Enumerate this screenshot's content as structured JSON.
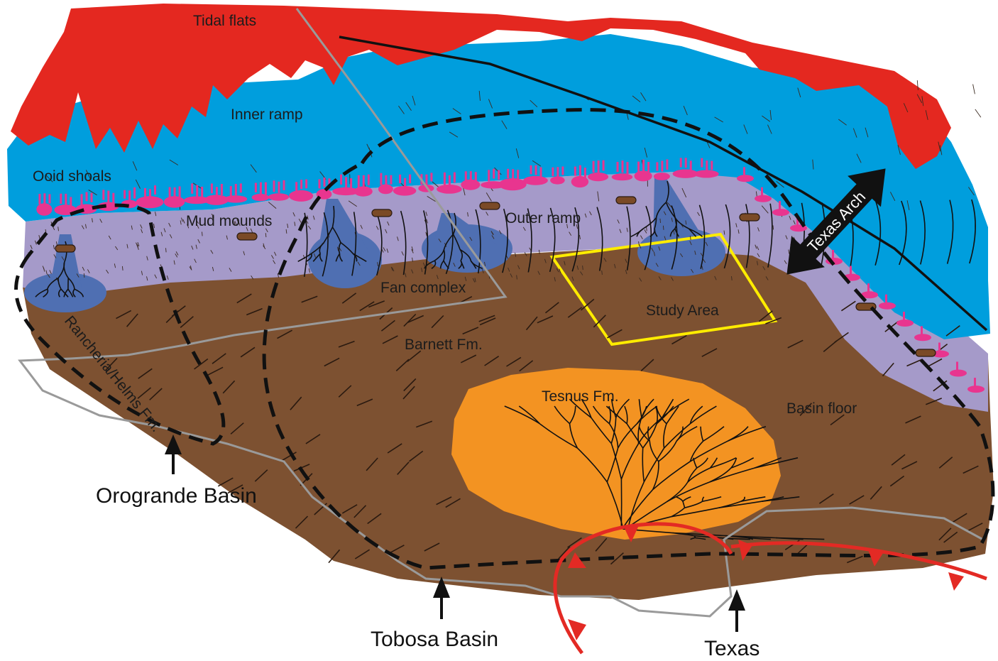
{
  "labels": {
    "tidal_flats": "Tidal flats",
    "inner_ramp": "Inner ramp",
    "ooid_shoals": "Ooid shoals",
    "mud_mounds": "Mud mounds",
    "outer_ramp": "Outer ramp",
    "fan_complex": "Fan complex",
    "study_area": "Study Area",
    "barnett": "Barnett Fm.",
    "tesnus": "Tesnus Fm.",
    "basin_floor": "Basin floor",
    "rancheria": "Rancheria/Helms Fm.",
    "texas_arch": "Texas Arch",
    "orogrande": "Orogrande Basin",
    "tobosa": "Tobosa Basin",
    "texas": "Texas"
  },
  "colors": {
    "tidal_flats": "#e42820",
    "inner_ramp": "#009edd",
    "outer_ramp": "#a59ac9",
    "basin": "#7d5131",
    "fan": "#4f6fb2",
    "tesnus": "#f39322",
    "ooid": "#e8358f",
    "study_area": "#ffec00",
    "thrust": "#e32a24",
    "state_line": "#9a9a9a"
  }
}
